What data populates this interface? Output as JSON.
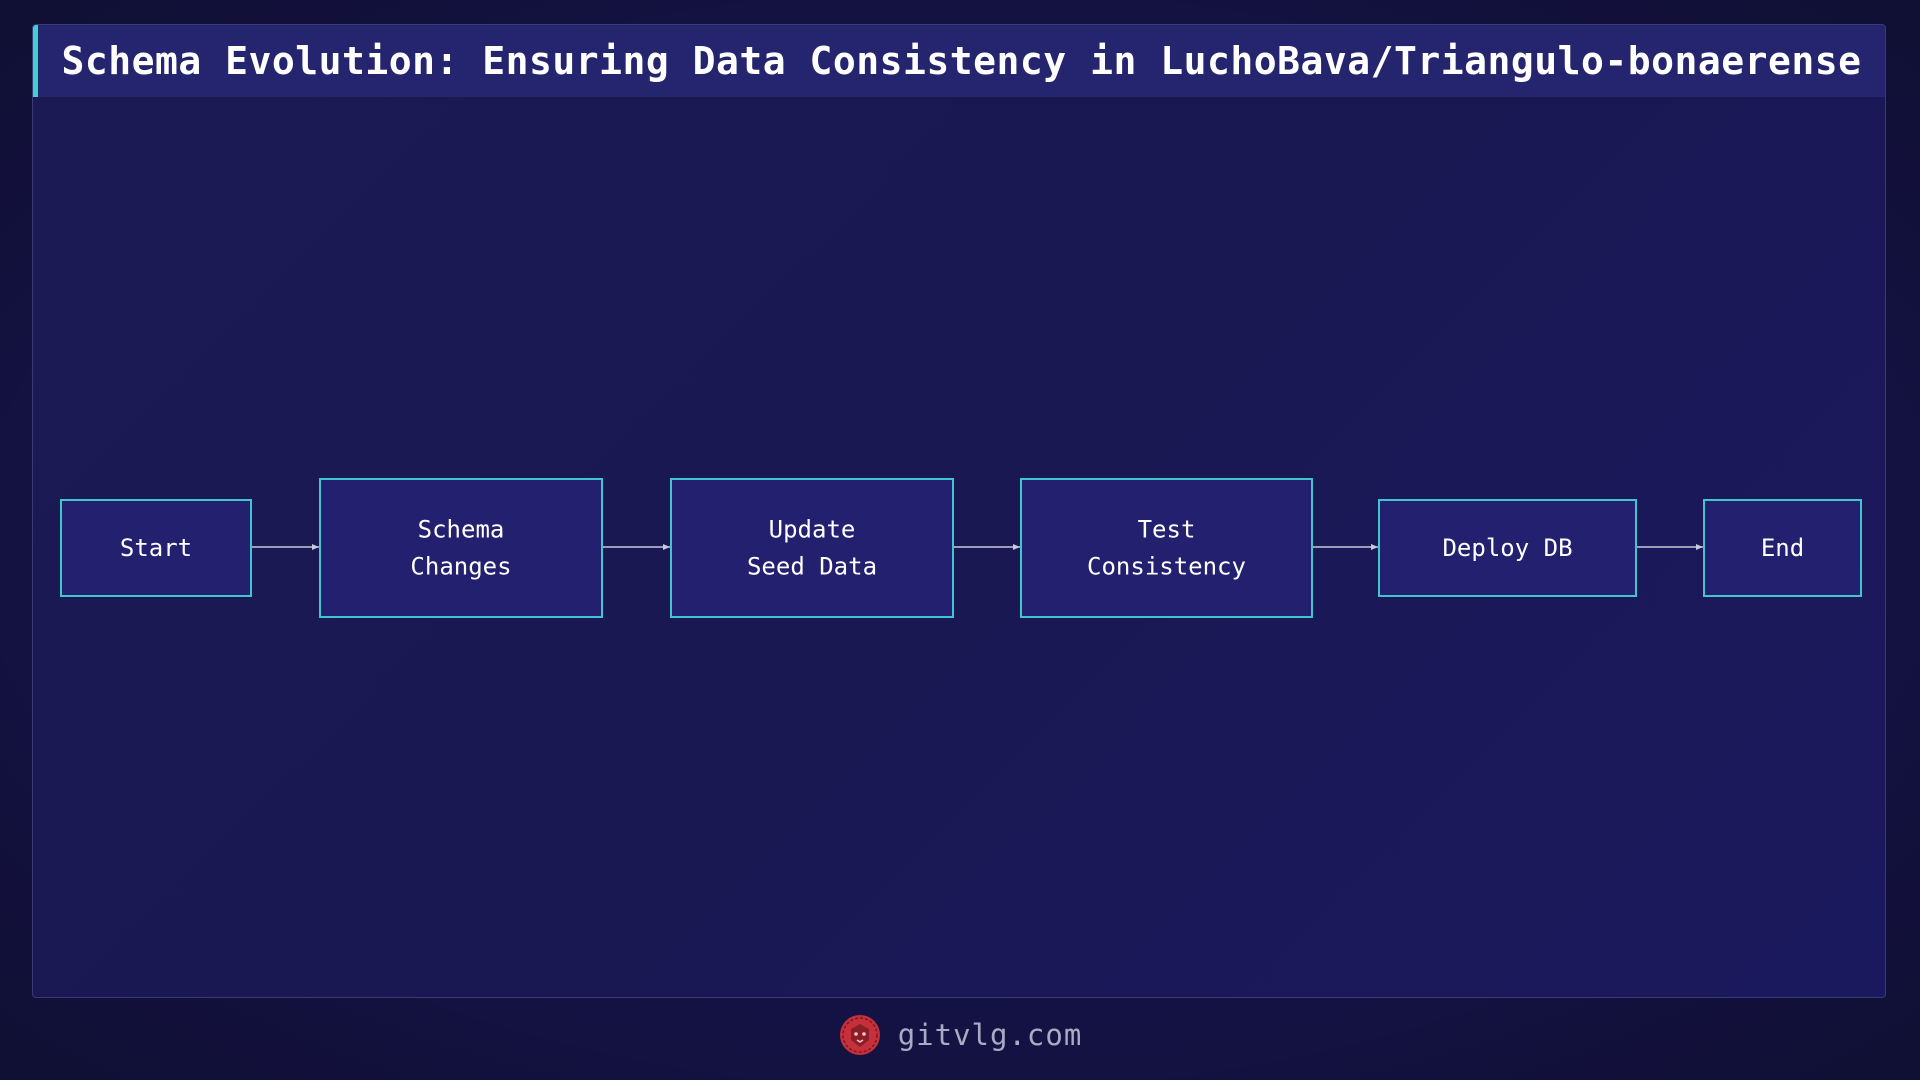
{
  "title": "Schema Evolution: Ensuring Data Consistency in LuchoBava/Triangulo-bonaerense",
  "flow": {
    "nodes": [
      {
        "id": "start",
        "lines": [
          "Start"
        ]
      },
      {
        "id": "schema-changes",
        "lines": [
          "Schema",
          "Changes"
        ]
      },
      {
        "id": "update-seed-data",
        "lines": [
          "Update",
          "Seed Data"
        ]
      },
      {
        "id": "test-consistency",
        "lines": [
          "Test",
          "Consistency"
        ]
      },
      {
        "id": "deploy-db",
        "lines": [
          "Deploy DB"
        ]
      },
      {
        "id": "end",
        "lines": [
          "End"
        ]
      }
    ],
    "edges": [
      {
        "from": "start",
        "to": "schema-changes"
      },
      {
        "from": "schema-changes",
        "to": "update-seed-data"
      },
      {
        "from": "update-seed-data",
        "to": "test-consistency"
      },
      {
        "from": "test-consistency",
        "to": "deploy-db"
      },
      {
        "from": "deploy-db",
        "to": "end"
      }
    ]
  },
  "footer": {
    "site": "gitvlg.com",
    "logo_icon": "lion-head-icon"
  },
  "colors": {
    "accent": "#3fd0d4",
    "node_fill": "#22206f",
    "node_stroke": "#3fc6cf",
    "edge": "#c7c9dc",
    "logo": "#d2363c"
  }
}
